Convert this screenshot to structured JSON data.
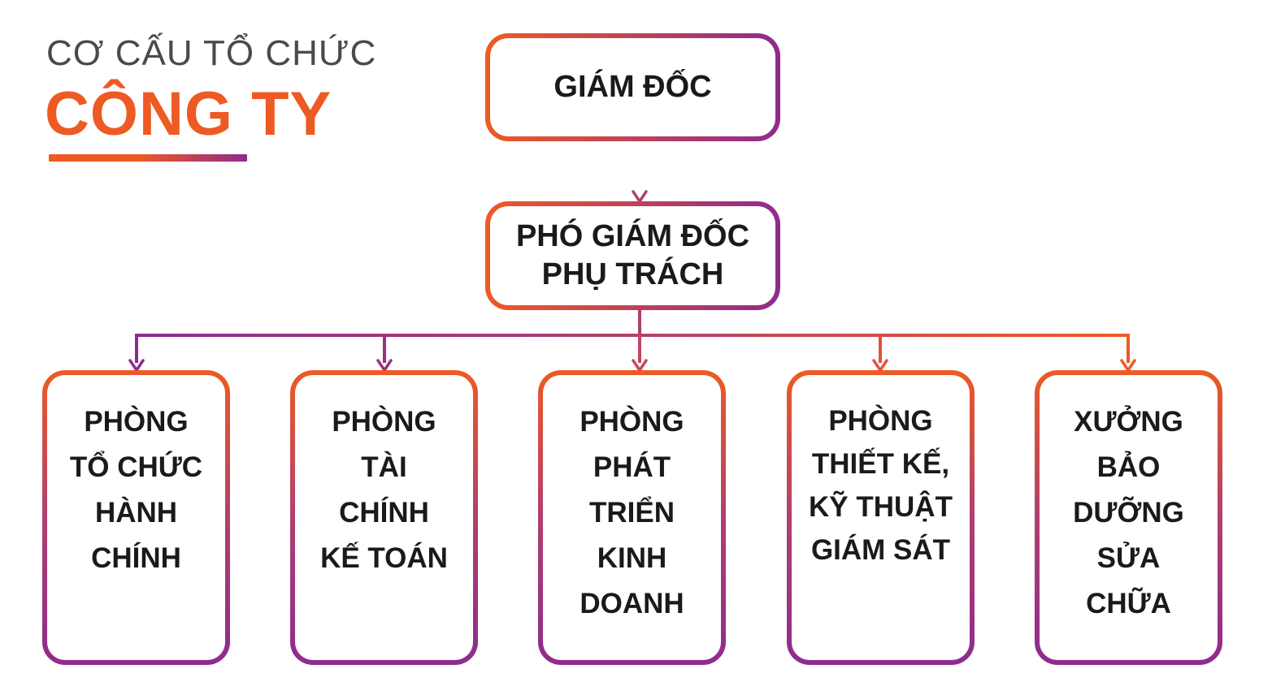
{
  "title": {
    "line1": "CƠ CẤU TỔ CHỨC",
    "line2": "CÔNG TY"
  },
  "colors": {
    "accent_orange": "#ee5a24",
    "accent_purple": "#8e2b8e",
    "text_dark": "#1a1a1a",
    "subtitle_gray": "#4a4a4a"
  },
  "nodes": {
    "director": {
      "lines": [
        "GIÁM ĐỐC"
      ]
    },
    "deputy": {
      "lines": [
        "PHÓ GIÁM ĐỐC",
        "PHỤ TRÁCH"
      ]
    },
    "departments": [
      {
        "lines": [
          "PHÒNG",
          "TỔ CHỨC",
          "HÀNH",
          "CHÍNH"
        ]
      },
      {
        "lines": [
          "PHÒNG",
          "TÀI",
          "CHÍNH",
          "KẾ TOÁN"
        ]
      },
      {
        "lines": [
          "PHÒNG",
          "PHÁT",
          "TRIỂN",
          "KINH",
          "DOANH"
        ]
      },
      {
        "lines": [
          "PHÒNG",
          "THIẾT KẾ,",
          "KỸ THUẬT",
          "GIÁM SÁT"
        ]
      },
      {
        "lines": [
          "XƯỞNG",
          "BẢO",
          "DƯỠNG",
          "SỬA",
          "CHỮA"
        ]
      }
    ]
  }
}
